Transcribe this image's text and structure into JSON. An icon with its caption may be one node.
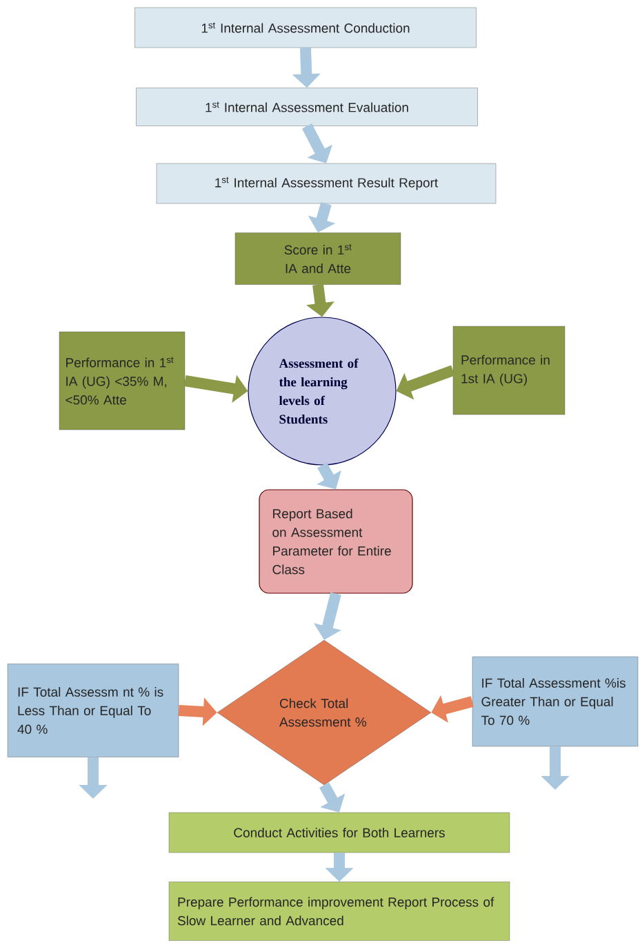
{
  "diagram": {
    "nodes": [
      {
        "text": [
          "1$^{st}$ Internal Assessment Conduction"
        ]
      },
      {
        "text": [
          "1$^{st}$ Internal Assessment Evaluation"
        ]
      },
      {
        "text": [
          "1$^{st}$ Internal Assessment Result Report"
        ]
      },
      {
        "text": [
          "Score in 1$^{st}$ IA and Atte"
        ]
      },
      {
        "text": [
          "Performance in 1$^{st}$ IA (UG) <35% M, <50% Atte"
        ]
      },
      {
        "text": [
          "Assessment of the learning levels of Students"
        ]
      },
      {
        "text": [
          "Performance in 1st IA (UG)"
        ]
      },
      {
        "text": [
          "Report Based on Assessment Parameter for Entire Class"
        ]
      },
      {
        "text": [
          "Check Total Assessment %"
        ]
      },
      {
        "text": [
          "IF Total Assessm nt % is Less Than or Equal To 40 %"
        ]
      },
      {
        "text": [
          "IF Total Assessment %is Greater Than or Equal To 70 %"
        ]
      },
      {
        "text": [
          "Conduct Activities for Both Learners"
        ]
      },
      {
        "text": [
          "Prepare Performance improvement Report Process of Slow Learner and Advanced"
        ]
      }
    ],
    "edges": [
      {
        "from": 0,
        "to": 1,
        "arrow": "to"
      },
      {
        "from": 1,
        "to": 2,
        "arrow": "to"
      },
      {
        "from": 2,
        "to": 3,
        "arrow": "to"
      },
      {
        "from": 3,
        "to": 5,
        "arrow": "to",
        "color": "#8c9a48"
      },
      {
        "from": 4,
        "to": 5,
        "arrow": "to",
        "color": "#8c9a48"
      },
      {
        "from": 6,
        "to": 5,
        "arrow": "to",
        "color": "#8c9a48"
      },
      {
        "from": 5,
        "to": 7,
        "arrow": "to"
      },
      {
        "from": 7,
        "to": 8,
        "arrow": "to"
      },
      {
        "from": 9,
        "to": 8,
        "arrow": "to",
        "color": "#e8825a"
      },
      {
        "from": 10,
        "to": 8,
        "arrow": "to",
        "color": "#e8825a"
      },
      {
        "from": 9,
        "to": null,
        "arrow": "to"
      },
      {
        "from": 10,
        "to": null,
        "arrow": "to"
      },
      {
        "from": 8,
        "to": 11,
        "arrow": "to"
      },
      {
        "from": 11,
        "to": 12,
        "arrow": "to"
      }
    ]
  }
}
